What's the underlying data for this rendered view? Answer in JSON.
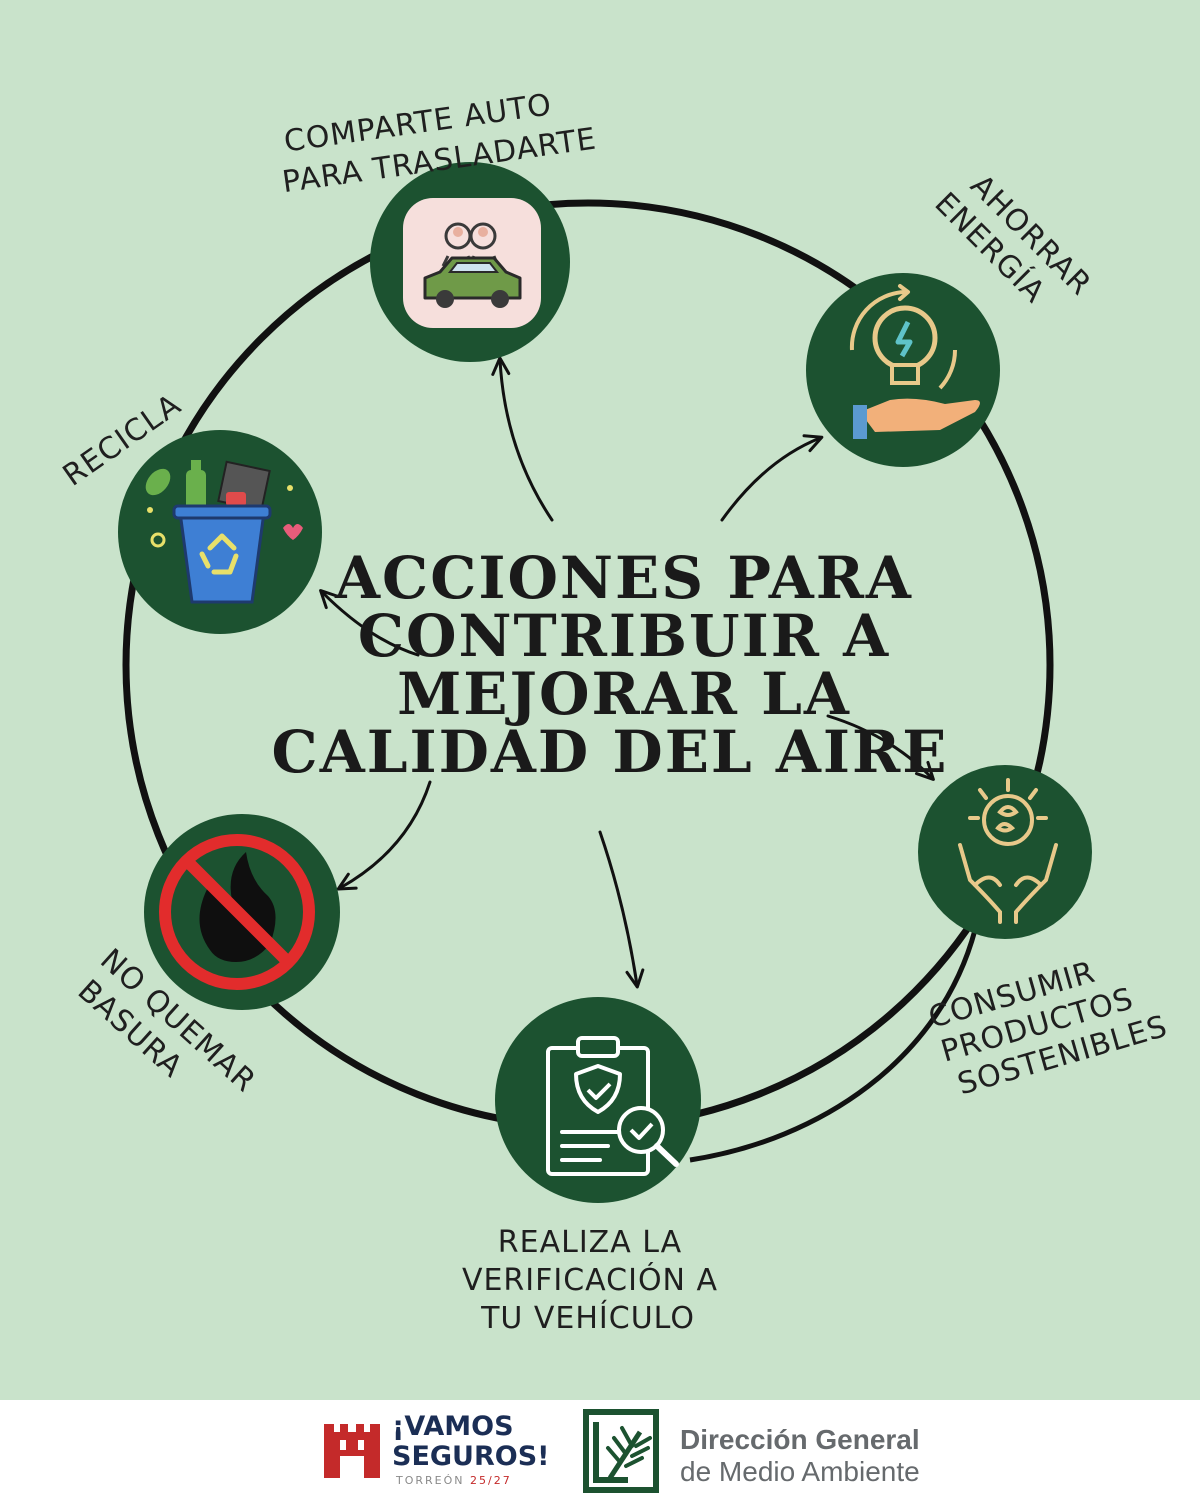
{
  "diagram": {
    "title_lines": [
      "ACCIONES PARA",
      "CONTRIBUIR A",
      "MEJORAR LA",
      "CALIDAD DEL AIRE"
    ],
    "actions": [
      {
        "key": "car",
        "icon": "carpool-icon",
        "label_lines": [
          "COMPARTE AUTO",
          "PARA TRASLADARTE"
        ]
      },
      {
        "key": "energy",
        "icon": "energy-bulb-icon",
        "label_lines": [
          "AHORRAR",
          "ENERGÍA"
        ]
      },
      {
        "key": "products",
        "icon": "sustainable-hands-icon",
        "label_lines": [
          "CONSUMIR",
          "PRODUCTOS",
          "SOSTENIBLES"
        ]
      },
      {
        "key": "verify",
        "icon": "verification-clipboard-icon",
        "label_lines": [
          "REALIZA LA",
          "VERIFICACIÓN A",
          "TU VEHÍCULO"
        ]
      },
      {
        "key": "burn",
        "icon": "no-burning-icon",
        "label_lines": [
          "NO QUEMAR",
          "BASURA"
        ]
      },
      {
        "key": "recycle",
        "icon": "recycle-bin-icon",
        "label_lines": [
          "RECICLA"
        ]
      }
    ]
  },
  "footer": {
    "vamos_line1": "¡VAMOS",
    "vamos_line2": "SEGUROS!",
    "vamos_city": "TORREÓN",
    "vamos_years": "25/27",
    "dgma_line1": "Dirección General",
    "dgma_line2": "de Medio Ambiente"
  },
  "colors": {
    "background": "#c9e3cb",
    "circle_fill": "#1c5230",
    "ring": "#111111",
    "brand_red": "#c42a2a",
    "brand_navy": "#1b2e55",
    "brand_green": "#1c5230"
  }
}
